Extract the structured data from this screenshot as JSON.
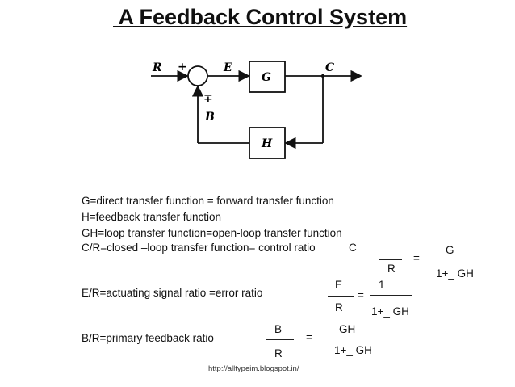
{
  "title": " A Feedback Control System",
  "diagram": {
    "input": "R",
    "plus": "+",
    "error": "E",
    "forward_block": "G",
    "output": "C",
    "feedback_sign": "∓",
    "feedback_signal": "B",
    "feedback_block": "H"
  },
  "definitions": [
    "G=direct transfer function = forward transfer function",
    "H=feedback transfer function",
    "GH=loop transfer function=open-loop transfer function",
    "C/R=closed –loop transfer function= control ratio"
  ],
  "ratio_cr": {
    "num": "C",
    "den": "R",
    "eq": "=",
    "rhs_num": "G",
    "rhs_den": "1+_ GH"
  },
  "ratio_er": {
    "label": "E/R=actuating signal ratio =error ratio",
    "num": "E",
    "den": "R",
    "eq": "=",
    "rhs_num": "1",
    "rhs_den": "1+_ GH"
  },
  "ratio_br": {
    "label": "B/R=primary feedback ratio",
    "num": "B",
    "den": "R",
    "eq": "=",
    "rhs_num": "GH",
    "rhs_den": "1+_ GH"
  },
  "footer_url": "http://alltypeim.blogspot.in/"
}
